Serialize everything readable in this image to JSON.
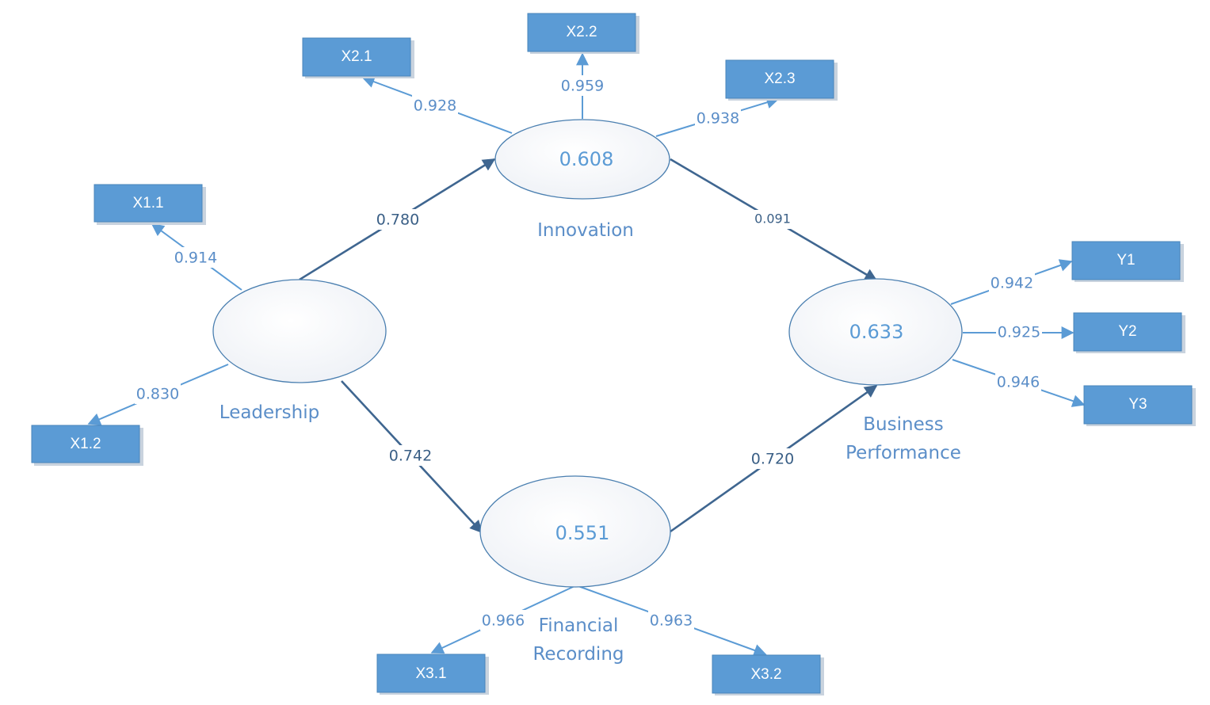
{
  "constructs": {
    "leadership": {
      "label": "Leadership",
      "r2": ""
    },
    "innovation": {
      "label": "Innovation",
      "r2": "0.608"
    },
    "financial": {
      "label_line1": "Financial",
      "label_line2": "Recording",
      "r2": "0.551"
    },
    "business": {
      "label_line1": "Business",
      "label_line2": "Performance",
      "r2": "0.633"
    }
  },
  "indicators": {
    "x1_1": "X1.1",
    "x1_2": "X1.2",
    "x2_1": "X2.1",
    "x2_2": "X2.2",
    "x2_3": "X2.3",
    "x3_1": "X3.1",
    "x3_2": "X3.2",
    "y1": "Y1",
    "y2": "Y2",
    "y3": "Y3"
  },
  "loadings": {
    "x1_1": "0.914",
    "x1_2": "0.830",
    "x2_1": "0.928",
    "x2_2": "0.959",
    "x2_3": "0.938",
    "x3_1": "0.966",
    "x3_2": "0.963",
    "y1": "0.942",
    "y2": "0.925",
    "y3": "0.946"
  },
  "paths": {
    "leadership_innovation": "0.780",
    "leadership_financial": "0.742",
    "innovation_business": "0.091",
    "financial_business": "0.720"
  },
  "colors": {
    "indicator_fill": "#5b9bd5",
    "loading_line": "#5b9bd5",
    "path_line": "#3f6690",
    "label_text": "#5b8ec8"
  }
}
